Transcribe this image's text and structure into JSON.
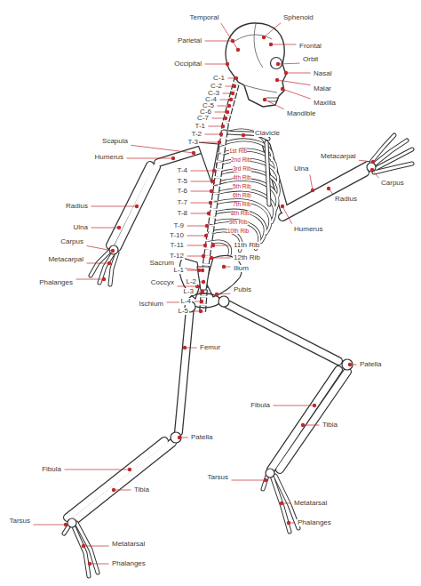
{
  "diagram": {
    "labels": [
      "Temporal",
      "Sphenoid",
      "Parietal",
      "Frontal",
      "Occipital",
      "Orbit",
      "Nasal",
      "Malar",
      "Maxilla",
      "C-1",
      "C-2",
      "C-3",
      "C-4",
      "C-5",
      "C-6",
      "C-7",
      "Mandible",
      "T-1",
      "T-2",
      "T-3",
      "Clavicle",
      "Scapula",
      "Humerus",
      "T-4",
      "T-5",
      "T-6",
      "T-7",
      "T-8",
      "T-9",
      "T-10",
      "T-11",
      "T-12",
      "L-1",
      "L-2",
      "L-3",
      "L-4",
      "L-5",
      "1st Rib",
      "2nd Rib",
      "3rd Rib",
      "4th Rib",
      "5th Rib",
      "6th Rib",
      "7th Rib",
      "8th Rib",
      "9th Rib",
      "10th Rib",
      "11th Rib",
      "12th Rib",
      "Metacarpal",
      "Ulna",
      "Carpus",
      "Radius",
      "Humerus",
      "Radius",
      "Ulna",
      "Carpus",
      "Metacarpal",
      "Phalanges",
      "Sacrum",
      "Ilium",
      "Coccyx",
      "Pubis",
      "Ischium",
      "Femur",
      "Patella",
      "Fibula",
      "Tibia",
      "Patella",
      "Fibula",
      "Tibia",
      "Tarsus",
      "Metatarsal",
      "Phalanges",
      "Tarsus",
      "Metatarsal",
      "Phalanges"
    ]
  }
}
